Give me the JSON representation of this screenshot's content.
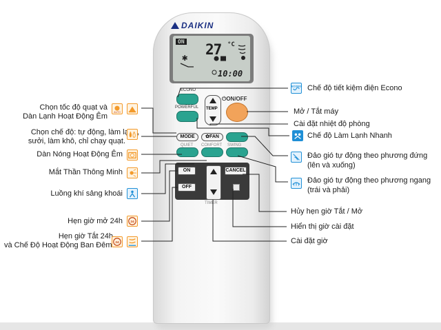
{
  "brand": "DAIKIN",
  "lcd": {
    "on": "ON",
    "temp": "27",
    "deg": "°C",
    "time": "10:00"
  },
  "buttons": {
    "econo": "ECONO",
    "onoff": "ON/OFF",
    "powerful": "POWERFUL",
    "temp": "TEMP",
    "mode": "MODE",
    "fan": "FAN",
    "quiet": "QUIET",
    "comfort": "COMFORT",
    "swing": "SWING",
    "on": "ON",
    "off": "OFF",
    "cancel": "CANCEL",
    "timer": "TIMER"
  },
  "labels_left": {
    "fan_speed_1": "Chọn tốc độ quạt và",
    "fan_speed_2": "Dàn Lạnh Hoạt Động Êm",
    "mode_1": "Chọn chế độ: tự động, làm lạnh,",
    "mode_2": "sưởi, làm khô, chỉ chạy quạt.",
    "outdoor_quiet": "Dàn Nóng Hoạt Động Êm",
    "intelligent_eye": "Mắt Thần Thông Minh",
    "comfort_airflow": "Luồng khí sảng khoái",
    "on_timer": "Hẹn giờ mở 24h",
    "off_timer_1": "Hẹn giờ Tắt 24h",
    "off_timer_2": "và Chế Độ Hoạt Động Ban Đêm"
  },
  "labels_right": {
    "econo": "Chế độ tiết kiệm điện Econo",
    "onoff": "Mở / Tắt máy",
    "temp": "Cài đặt nhiệt độ phòng",
    "powerful": "Chế độ Làm Lạnh Nhanh",
    "swing_v_1": "Đảo gió tự động theo phương đứng",
    "swing_v_2": "(lên và xuống)",
    "swing_h_1": "Đảo gió tự động theo phương ngang",
    "swing_h_2": "(trái và phải)",
    "cancel_timer": "Hủy hẹn giờ Tắt / Mở",
    "show_timer": "Hiển thị giờ cài đặt",
    "set_timer": "Cài đặt giờ"
  },
  "colors": {
    "leader": "#222222",
    "green_btn": "#2aa390",
    "orange_btn": "#f2a35a",
    "icon_orange": "#f39a2b",
    "icon_blue": "#1f8fd6",
    "brand_blue": "#1a2f82"
  },
  "icons": {
    "fan_speed": [
      "fan-auto-icon",
      "quiet-indoor-icon"
    ],
    "mode": "mode-flame-drop-icon",
    "outdoor_quiet": "outdoor-unit-icon",
    "intelligent_eye": "intelligent-eye-icon",
    "comfort_airflow": "comfort-person-icon",
    "on_timer": "clock-24-icon",
    "off_timer": [
      "clock-24-icon",
      "night-mode-icon"
    ],
    "econo": "econo-icon",
    "powerful": "powerful-icon",
    "swing_v": "swing-vertical-icon",
    "swing_h": "swing-horizontal-icon"
  }
}
